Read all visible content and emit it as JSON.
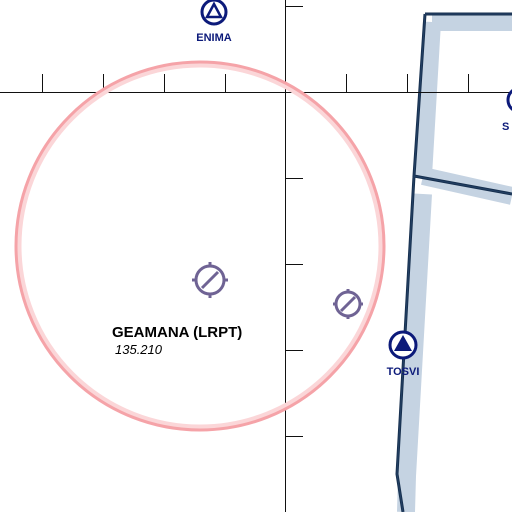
{
  "map": {
    "aerodrome": {
      "name": "GEAMANA (LRPT)",
      "frequency": "135.210"
    },
    "waypoints": [
      {
        "id": "enima",
        "label": "ENIMA",
        "symbol": "triangle-outline"
      },
      {
        "id": "tosvi",
        "label": "TOSVI",
        "symbol": "triangle-filled"
      },
      {
        "id": "partial",
        "label": "S",
        "symbol": "triangle-outline"
      }
    ],
    "colors": {
      "background": "#ffffff",
      "grid": "#111111",
      "aerodrome_zone": "#f5a3a8",
      "aerodrome_zone_inner": "#fbd6d8",
      "airspace_band": "#c5d3e2",
      "airspace_line": "#17304f",
      "navaid": "#6f6394",
      "waypoint": "#0c1a7a"
    }
  }
}
